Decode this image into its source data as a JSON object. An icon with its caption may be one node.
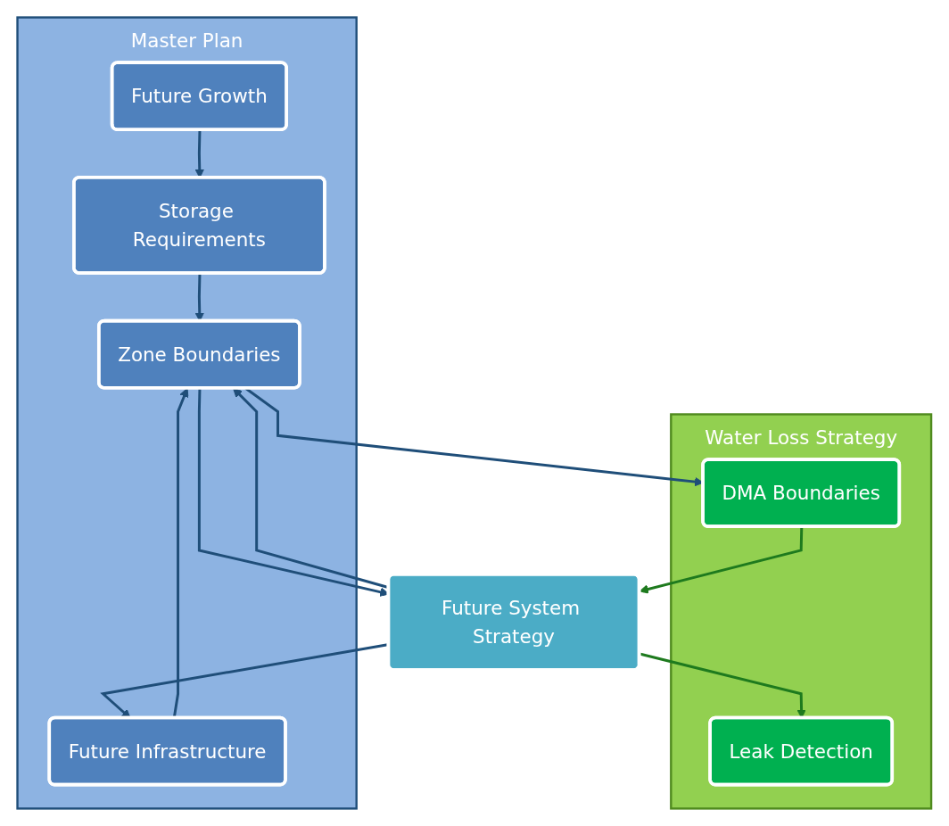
{
  "diagram": {
    "nodes": [
      {
        "text": [
          "Master Plan"
        ]
      },
      {
        "text": [
          "Water Loss Strategy"
        ]
      },
      {
        "text": [
          "Future Growth"
        ],
        "in": 0
      },
      {
        "text": [
          "Storage Requirements"
        ],
        "in": 0
      },
      {
        "text": [
          "Zone Boundaries"
        ],
        "in": 0
      },
      {
        "text": [
          "DMA Boundaries"
        ],
        "in": 1
      },
      {
        "text": [
          "Future System Strategy"
        ]
      },
      {
        "text": [
          "Future Infrastructure"
        ],
        "in": 0
      },
      {
        "text": [
          "Leak Detection"
        ],
        "in": 1
      }
    ],
    "edges": [
      {
        "from": 2,
        "to": 3,
        "arrow": "to"
      },
      {
        "from": 3,
        "to": 4,
        "arrow": "to"
      },
      {
        "from": 4,
        "to": 5,
        "arrow": "to"
      },
      {
        "from": 4,
        "to": 6,
        "arrow": "to"
      },
      {
        "from": 5,
        "to": 6,
        "arrow": "to",
        "color": "#1e7a1e"
      },
      {
        "from": 6,
        "to": 7,
        "arrow": "to"
      },
      {
        "from": 6,
        "to": 8,
        "arrow": "to",
        "color": "#1e7a1e"
      },
      {
        "from": 7,
        "to": 4,
        "arrow": "to"
      },
      {
        "from": 6,
        "to": 4,
        "arrow": "to"
      }
    ]
  }
}
